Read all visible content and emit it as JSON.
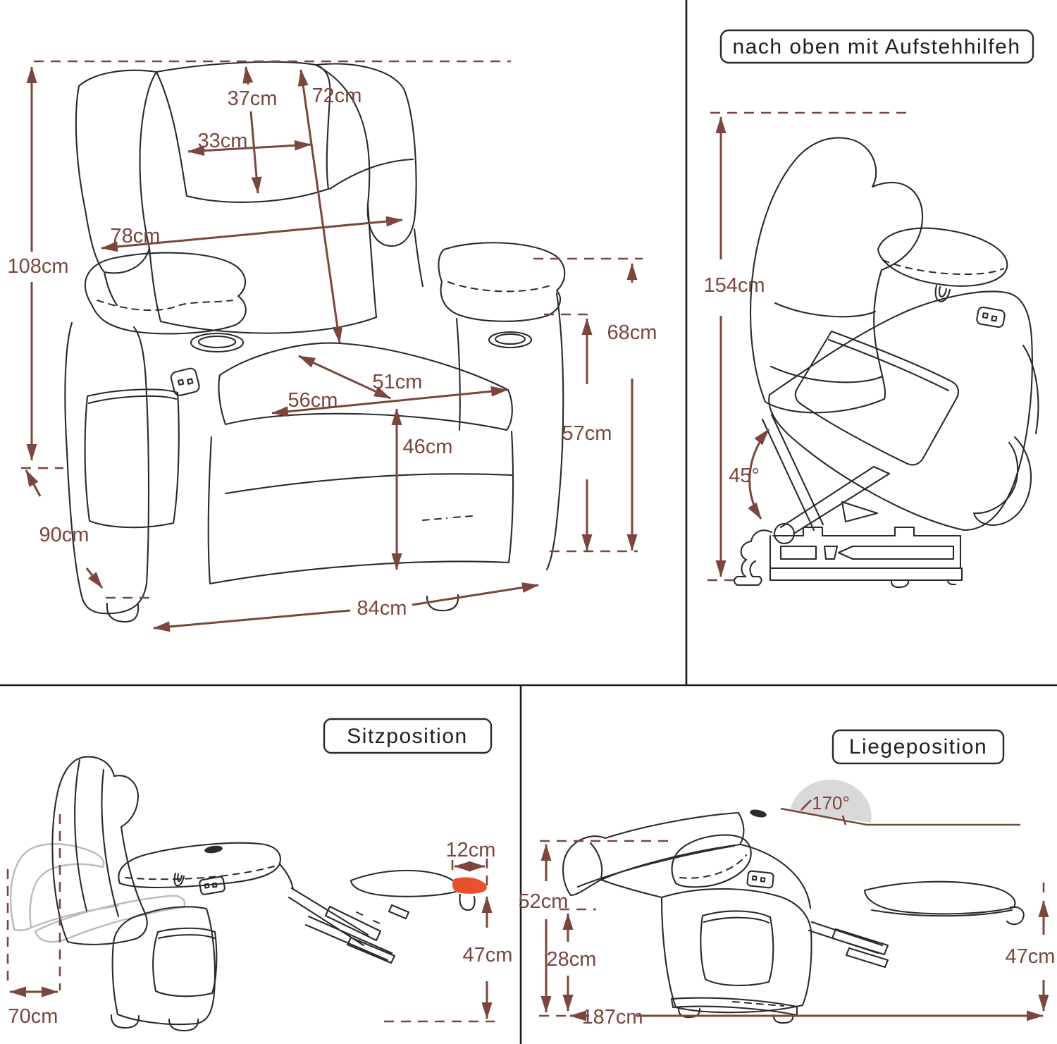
{
  "colors": {
    "dimension_accent": "#7a463d",
    "drawing_line": "#2a2a2a",
    "ghost_line": "#bbbbbb",
    "footrest_highlight": "#e8512d",
    "angle_fan_fill": "#d9d9d9",
    "background": "#ffffff"
  },
  "front": {
    "total_height": "108cm",
    "headrest_height": "37cm",
    "backrest_length": "72cm",
    "headrest_width": "33cm",
    "backrest_width": "78cm",
    "cupholder_height": "68cm",
    "armrest_height": "57cm",
    "seat_depth": "51cm",
    "seat_width": "56cm",
    "seat_front_height": "46cm",
    "chair_depth": "90cm",
    "chair_width": "84cm"
  },
  "lift": {
    "title": "nach oben mit Aufstehhilfeh",
    "lift_height": "154cm",
    "tilt_angle": "45°"
  },
  "sitz": {
    "title": "Sitzposition",
    "footrest_tip_length": "12cm",
    "footrest_height": "47cm",
    "recline_clearance": "70cm"
  },
  "liege": {
    "title": "Liegeposition",
    "recline_angle": "170°",
    "backrest_height": "52cm",
    "seat_height": "28cm",
    "footrest_height": "47cm",
    "total_length": "187cm"
  }
}
